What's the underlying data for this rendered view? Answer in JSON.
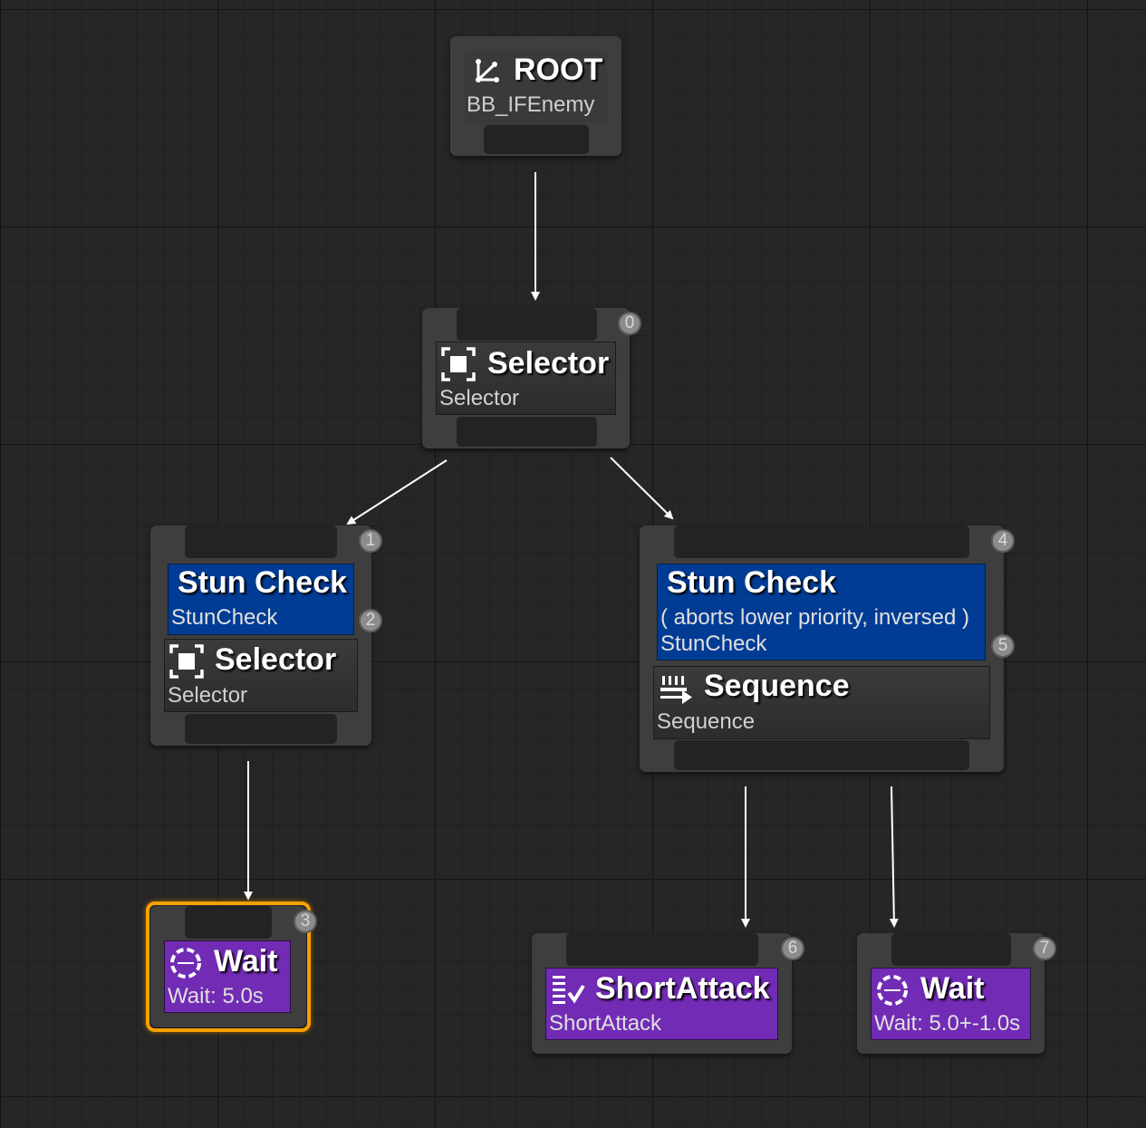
{
  "root": {
    "title": "ROOT",
    "blackboard": "BB_IFEnemy",
    "icon": "root-tree-icon"
  },
  "selector_main": {
    "index": "0",
    "title": "Selector",
    "subtitle": "Selector",
    "icon": "selector-icon"
  },
  "left_branch": {
    "decorator": {
      "index": "1",
      "title": "Stun Check",
      "subtitle": "StunCheck"
    },
    "composite": {
      "index": "2",
      "title": "Selector",
      "subtitle": "Selector",
      "icon": "selector-icon"
    }
  },
  "right_branch": {
    "decorator": {
      "index": "4",
      "title": "Stun Check",
      "detail": "( aborts lower priority, inversed )",
      "subtitle": "StunCheck"
    },
    "composite": {
      "index": "5",
      "title": "Sequence",
      "subtitle": "Sequence",
      "icon": "sequence-icon"
    }
  },
  "task_wait_left": {
    "index": "3",
    "title": "Wait",
    "subtitle": "Wait: 5.0s",
    "icon": "wait-icon",
    "selected": true
  },
  "task_short_attack": {
    "index": "6",
    "title": "ShortAttack",
    "subtitle": "ShortAttack",
    "icon": "task-icon"
  },
  "task_wait_right": {
    "index": "7",
    "title": "Wait",
    "subtitle": "Wait: 5.0+-1.0s",
    "icon": "wait-icon"
  },
  "colors": {
    "background": "#262626",
    "node": "#3e3e3e",
    "decorator": "#013c94",
    "task": "#712bb4",
    "selection": "#f5a000",
    "wire": "#ffffff"
  }
}
